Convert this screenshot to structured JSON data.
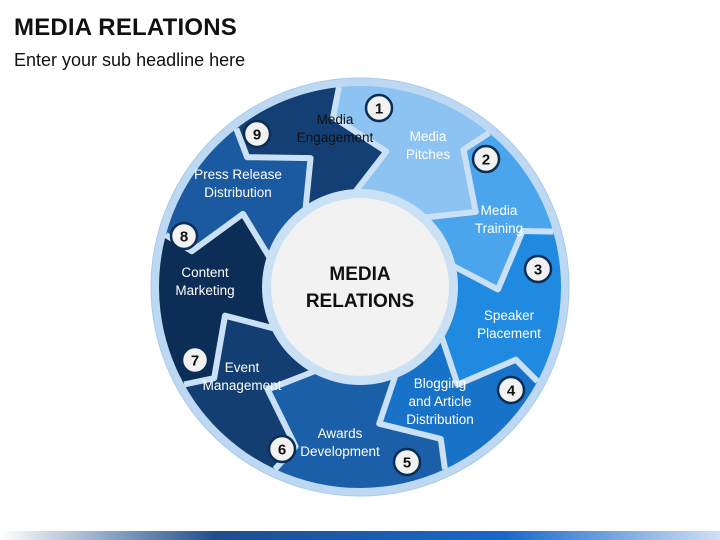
{
  "header": {
    "title": "MEDIA RELATIONS",
    "subtitle": "Enter your sub headline here"
  },
  "center": {
    "line1": "MEDIA",
    "line2": "RELATIONS"
  },
  "segments": [
    {
      "number": "1",
      "lines": [
        "Media",
        "Engagement"
      ],
      "fill": "#8cc3f2",
      "text_color": "#111111"
    },
    {
      "number": "2",
      "lines": [
        "Media",
        "Pitches"
      ],
      "fill": "#4aa5ec",
      "text_color": "#ffffff"
    },
    {
      "number": "3",
      "lines": [
        "Media",
        "Training"
      ],
      "fill": "#1f8ae0",
      "text_color": "#ffffff"
    },
    {
      "number": "4",
      "lines": [
        "Speaker",
        "Placement"
      ],
      "fill": "#1872c8",
      "text_color": "#ffffff"
    },
    {
      "number": "5",
      "lines": [
        "Blogging",
        "and Article",
        "Distribution"
      ],
      "fill": "#1a5fa8",
      "text_color": "#ffffff"
    },
    {
      "number": "6",
      "lines": [
        "Awards",
        "Development"
      ],
      "fill": "#123e72",
      "text_color": "#ffffff"
    },
    {
      "number": "7",
      "lines": [
        "Event",
        "Management"
      ],
      "fill": "#0c2d56",
      "text_color": "#ffffff"
    },
    {
      "number": "8",
      "lines": [
        "Content",
        "Marketing"
      ],
      "fill": "#1b5aa0",
      "text_color": "#ffffff"
    },
    {
      "number": "9",
      "lines": [
        "Press Release",
        "Distribution"
      ],
      "fill": "#133f75",
      "text_color": "#ffffff"
    }
  ],
  "colors": {
    "ring_outline": "#bcd8f2",
    "separator": "#c9e0f5",
    "center_fill": "#f2f2f2",
    "center_ring": "#c9e0f5",
    "badge_fill": "#f2f2f2",
    "badge_stroke": "#0c2d56"
  }
}
